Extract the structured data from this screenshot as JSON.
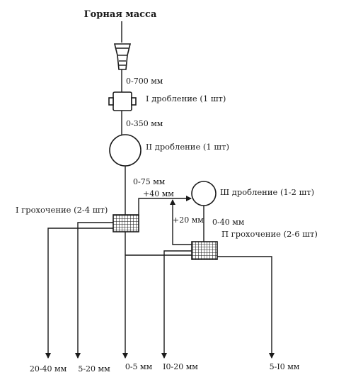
{
  "title": "Горная масса",
  "stages": {
    "crush1": "I дробление (1 шт)",
    "crush2": "II дробление (1 шт)",
    "crush3": "Ш дробление (1-2 шт)",
    "screen1": "I грохочение (2-4 шт)",
    "screen2": "П грохочение (2-6 шт)"
  },
  "flows": {
    "after_feeder": "0-700 мм",
    "after_crush1": "0-350 мм",
    "after_crush2": "0-75 мм",
    "oversize1": "+40 мм",
    "oversize2": "+20 мм",
    "after_crush3": "0-40 мм"
  },
  "products": [
    "20-40 мм",
    "5-20 мм",
    "0-5 мм",
    "I0-20 мм",
    "5-I0 мм"
  ]
}
